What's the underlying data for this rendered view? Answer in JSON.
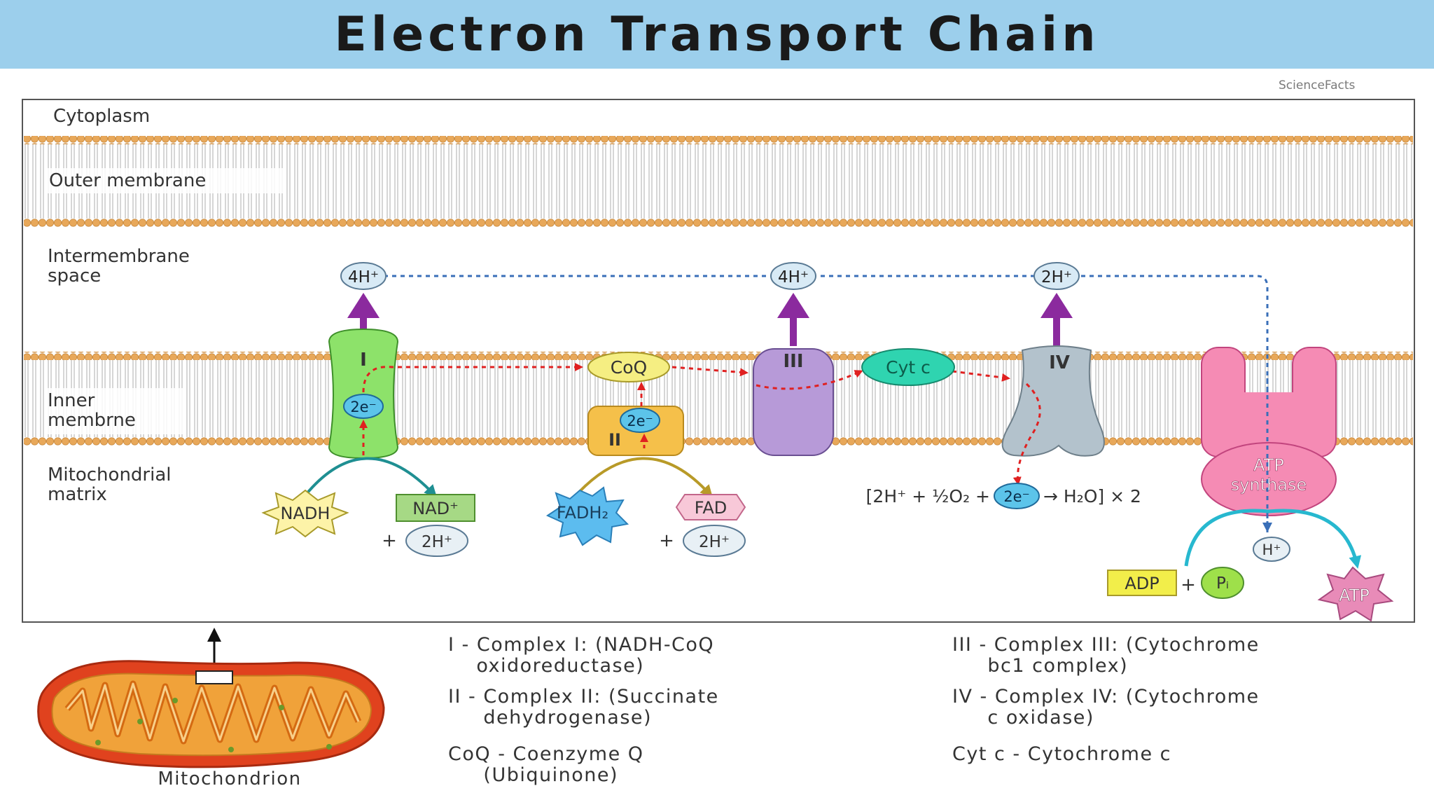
{
  "title": "Electron Transport Chain",
  "watermark": "ScienceFacts",
  "regions": {
    "cytoplasm": "Cytoplasm",
    "outer_membrane": "Outer membrane",
    "intermembrane_line1": "Intermembrane",
    "intermembrane_line2": "space",
    "inner_line1": "Inner",
    "inner_line2": "membrne",
    "matrix_line1": "Mitochondrial",
    "matrix_line2": "matrix"
  },
  "complexes": {
    "c1": "I",
    "c2": "II",
    "c3": "III",
    "c4": "IV",
    "coq": "CoQ",
    "cytc": "Cyt c",
    "atp_line1": "ATP",
    "atp_line2": "synthase"
  },
  "protons": {
    "p1": "4H⁺",
    "p2": "4H⁺",
    "p3": "2H⁺",
    "matrix_h": "H⁺"
  },
  "electrons": {
    "e1": "2e⁻",
    "e2": "2e⁻",
    "e3": "2e⁻"
  },
  "molecules": {
    "nadh": "NADH",
    "nad": "NAD⁺",
    "nad_plus": "+",
    "nad_2h": "2H⁺",
    "fadh2": "FADH₂",
    "fad": "FAD",
    "fad_plus": "+",
    "fad_2h": "2H⁺",
    "adp": "ADP",
    "adp_plus": "+",
    "pi": "Pᵢ",
    "atp": "ATP"
  },
  "equation": {
    "left": "[2H⁺ + ½O₂ +",
    "right": "→ H₂O] × 2"
  },
  "mito_label": "Mitochondrion",
  "legend": {
    "l1": "I - Complex I: (NADH-CoQ\n    oxidoreductase)",
    "l2": "II - Complex II: (Succinate\n     dehydrogenase)",
    "l3": "CoQ - Coenzyme Q\n     (Ubiquinone)",
    "l4": "III - Complex III: (Cytochrome\n     bc1 complex)",
    "l5": "IV - Complex IV: (Cytochrome\n     c oxidase)",
    "l6": "Cyt c - Cytochrome c"
  },
  "colors": {
    "banner": "#9ccfec",
    "membrane_head": "#e8a85a",
    "complex_i": "#8de26a",
    "complex_ii": "#f5c04a",
    "complex_iii": "#b79ad8",
    "complex_iv": "#b3c2cc",
    "cyt_c": "#2fd4b0",
    "coq": "#f5ee82",
    "atp_synthase": "#f58bb4",
    "proton_arrow": "#8b2a9e",
    "electron_path": "#e02020"
  }
}
